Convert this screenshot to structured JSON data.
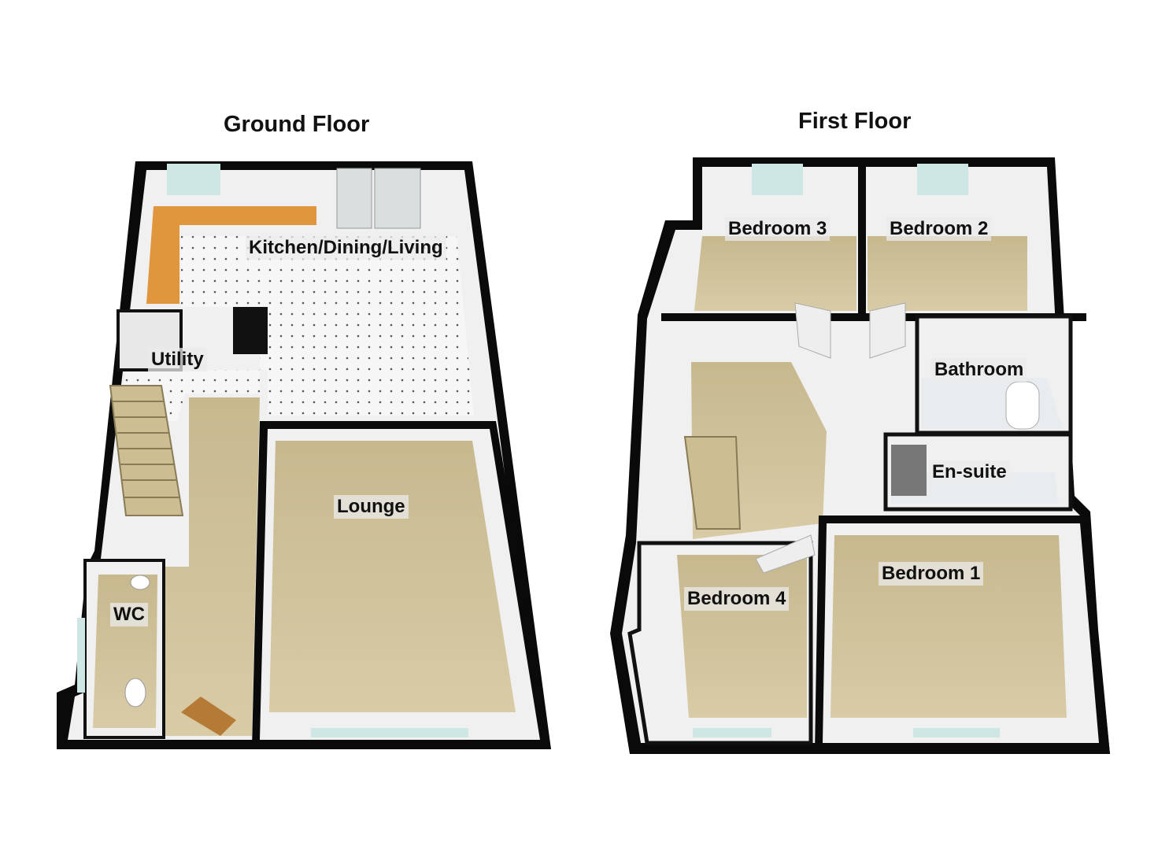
{
  "floors": [
    {
      "title": "Ground Floor",
      "rooms": {
        "kitchen": "Kitchen/Dining/Living",
        "utility": "Utility",
        "lounge": "Lounge",
        "wc": "WC"
      }
    },
    {
      "title": "First Floor",
      "rooms": {
        "bedroom3": "Bedroom 3",
        "bedroom2": "Bedroom 2",
        "bathroom": "Bathroom",
        "ensuite": "En-suite",
        "bedroom1": "Bedroom 1",
        "bedroom4": "Bedroom 4"
      }
    }
  ],
  "colors": {
    "wall": "#0a0a0a",
    "wall_inner": "#f2f2f2",
    "carpet": "#c9b98f",
    "tile": "#f4f4f4",
    "counter": "#e0963c",
    "glass": "#cfe7e4"
  }
}
